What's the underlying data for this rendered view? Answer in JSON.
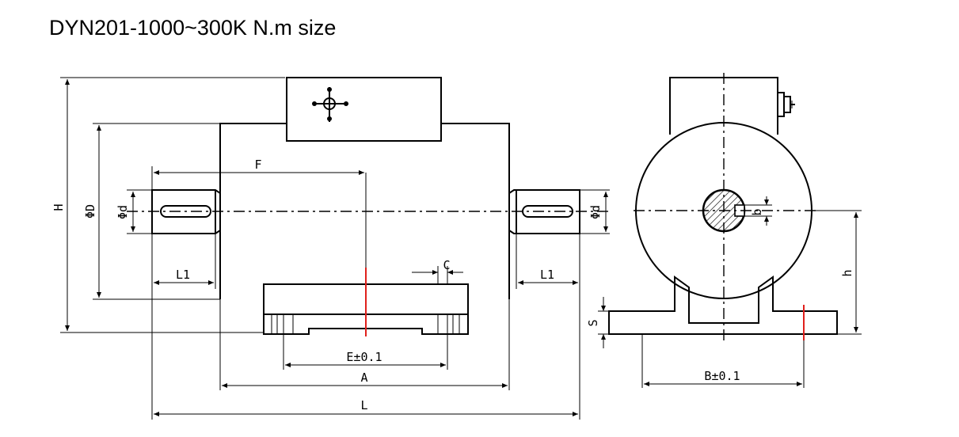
{
  "title": "DYN201-1000~300K N.m size",
  "labels": {
    "H": "H",
    "phiD": "ΦD",
    "phid_left": "Φd",
    "phid_right": "Φd",
    "F": "F",
    "C": "C",
    "L1_left": "L1",
    "L1_right": "L1",
    "E": "E±0.1",
    "A": "A",
    "L": "L",
    "S": "S",
    "b": "b",
    "h": "h",
    "B": "B±0.1"
  },
  "colors": {
    "line": "#000000",
    "marker": "#e0201c",
    "background": "#ffffff"
  }
}
